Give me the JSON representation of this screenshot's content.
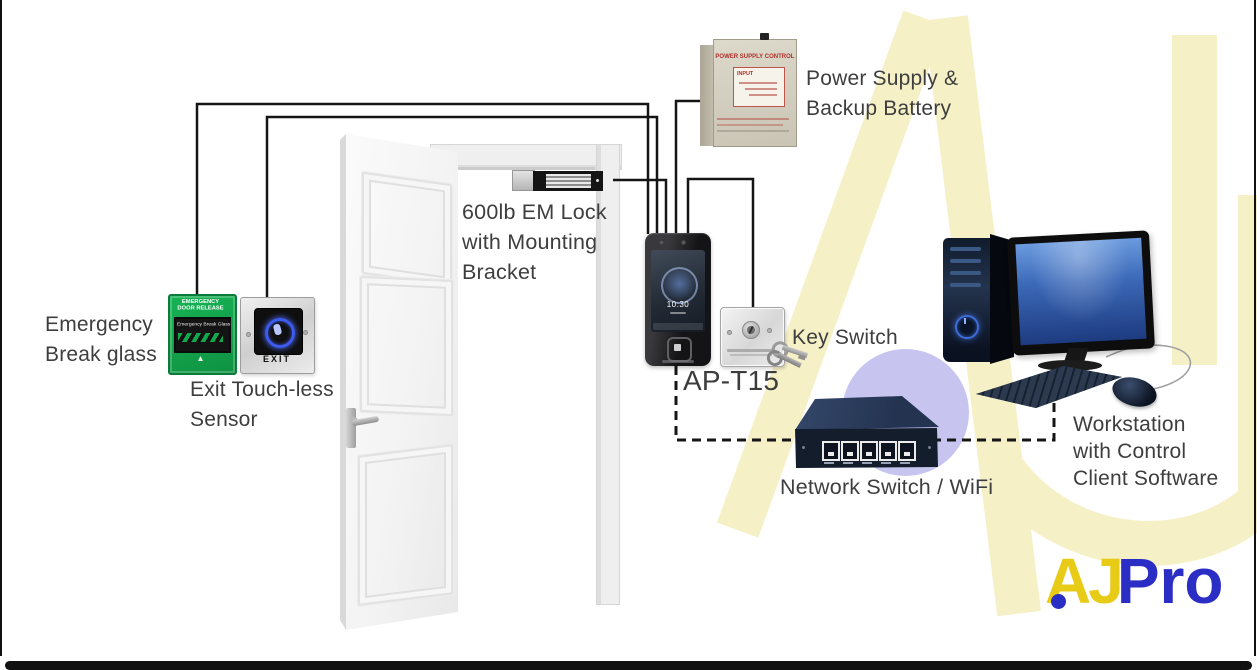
{
  "labels": {
    "emergency": {
      "line1": "Emergency",
      "line2": "Break glass"
    },
    "exit_sensor": {
      "line1": "Exit Touch-less",
      "line2": "Sensor"
    },
    "em_lock": {
      "line1": "600lb EM Lock",
      "line2": "with Mounting",
      "line3": "Bracket"
    },
    "power": {
      "line1": "Power Supply &",
      "line2": "Backup Battery"
    },
    "key_switch": "Key Switch",
    "terminal": "AP-T15",
    "network": "Network Switch / WiFi",
    "workstation": {
      "line1": "Workstation",
      "line2": "with Control",
      "line3": "Client Software"
    }
  },
  "devices": {
    "break_glass": {
      "top_line1": "EMERGENCY",
      "top_line2": "DOOR RELEASE",
      "window_text": "Emergency Break Glass"
    },
    "exit_button": {
      "text": "EXIT"
    },
    "power_box": {
      "title": "POWER SUPPLY CONTROL",
      "label_text": "INPUT"
    },
    "terminal_screen": {
      "time": "10:30"
    }
  },
  "logo": {
    "text_aj": "AJ",
    "text_pro": "Pro"
  },
  "colors": {
    "accent_yellow": "#e7cb16",
    "accent_blue": "#2a2ec4",
    "watermark_yellow": "#f6f0c7",
    "lavender": "#c7c5f0",
    "wire": "#151515",
    "break_glass_green": "#12a94e"
  }
}
